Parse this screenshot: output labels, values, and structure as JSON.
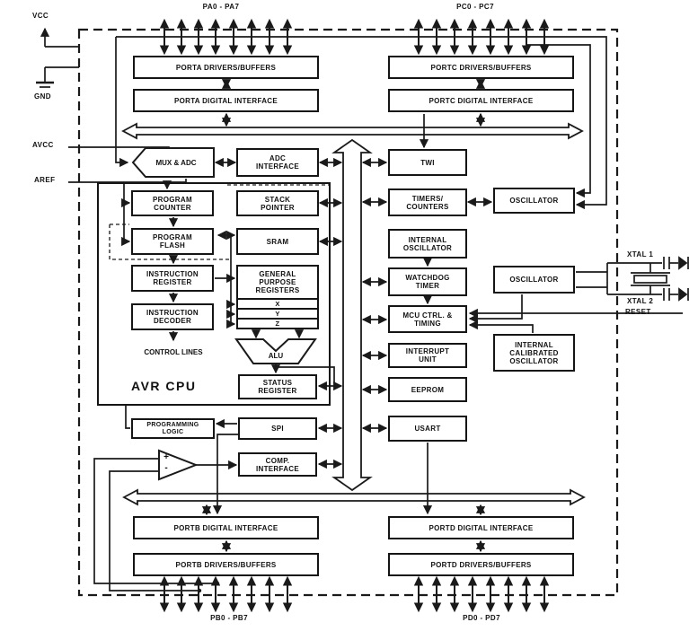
{
  "colors": {
    "line": "#1a1a1a",
    "background": "#ffffff"
  },
  "pins": {
    "pa": "PA0 - PA7",
    "pc": "PC0 - PC7",
    "pb": "PB0 - PB7",
    "pd": "PD0 - PD7"
  },
  "power": {
    "vcc": "VCC",
    "gnd": "GND",
    "avcc": "AVCC",
    "aref": "AREF"
  },
  "external": {
    "xtal1": "XTAL 1",
    "xtal2": "XTAL 2",
    "reset": "RESET"
  },
  "cpu": {
    "label": "AVR CPU",
    "control_lines": "CONTROL LINES"
  },
  "comparator": {
    "plus": "+",
    "minus": "-"
  },
  "blocks": {
    "porta_drivers": "PORTA DRIVERS/BUFFERS",
    "porta_digital": "PORTA DIGITAL INTERFACE",
    "portc_drivers": "PORTC DRIVERS/BUFFERS",
    "portc_digital": "PORTC DIGITAL INTERFACE",
    "mux_adc": "MUX & ADC",
    "adc_interface": "ADC INTERFACE",
    "twi": "TWI",
    "program_counter": "PROGRAM COUNTER",
    "stack_pointer": "STACK POINTER",
    "program_flash": "PROGRAM FLASH",
    "sram": "SRAM",
    "instruction_register": "INSTRUCTION REGISTER",
    "general_purpose_registers": "GENERAL PURPOSE REGISTERS",
    "reg_x": "X",
    "reg_y": "Y",
    "reg_z": "Z",
    "instruction_decoder": "INSTRUCTION DECODER",
    "alu": "ALU",
    "status_register": "STATUS REGISTER",
    "programming_logic": "PROGRAMMING LOGIC",
    "spi": "SPI",
    "comp_interface": "COMP. INTERFACE",
    "timers_counters": "TIMERS/ COUNTERS",
    "oscillator_top": "OSCILLATOR",
    "internal_oscillator": "INTERNAL OSCILLATOR",
    "watchdog_timer": "WATCHDOG TIMER",
    "oscillator_xtal": "OSCILLATOR",
    "mcu_ctrl_timing": "MCU CTRL. & TIMING",
    "interrupt_unit": "INTERRUPT UNIT",
    "internal_calibrated_oscillator": "INTERNAL CALIBRATED OSCILLATOR",
    "eeprom": "EEPROM",
    "usart": "USART",
    "portb_digital": "PORTB DIGITAL INTERFACE",
    "portb_drivers": "PORTB DRIVERS/BUFFERS",
    "portd_digital": "PORTD DIGITAL INTERFACE",
    "portd_drivers": "PORTD DRIVERS/BUFFERS"
  }
}
